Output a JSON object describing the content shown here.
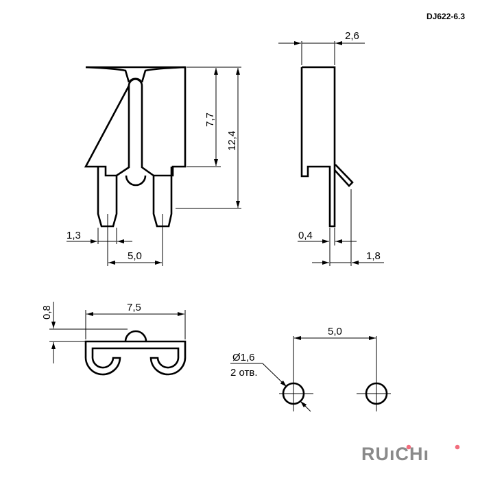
{
  "title": "DJ622-6.3",
  "front_view": {
    "height_body": "7,7",
    "height_total": "12,4",
    "pin_width": "1,3",
    "pin_pitch": "5,0"
  },
  "side_view": {
    "thickness": "2,6",
    "lead_thickness": "0,4",
    "tab_offset": "1,8"
  },
  "bottom_view": {
    "width": "7,5",
    "bump_height": "0,8"
  },
  "footprint": {
    "pitch": "5,0",
    "hole_diameter": "Ø1,6",
    "hole_count": "2 отв."
  },
  "logo": {
    "text": "RUiCHi",
    "text_color": "#8a8a8a",
    "dot_color": "#f26d7d"
  }
}
